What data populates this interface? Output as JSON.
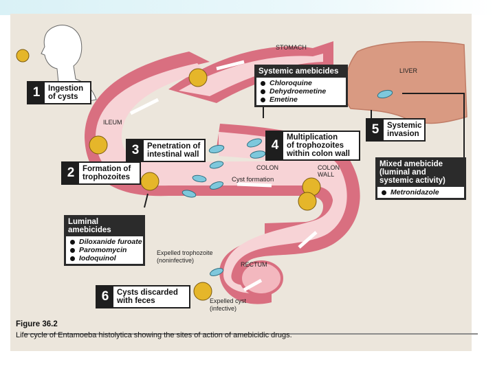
{
  "labels": {
    "stomach": "STOMACH",
    "liver": "LIVER",
    "ileum": "ILEUM",
    "colon": "COLON",
    "colon_wall": "COLON\nWALL",
    "cyst_formation": "Cyst formation",
    "rectum": "RECTUM",
    "expelled_trophozoite": "Expelled trophozoite\n(noninfective)",
    "expelled_cyst": "Expelled cyst\n(infective)"
  },
  "steps": [
    {
      "number": "1",
      "text": "Ingestion\nof cysts"
    },
    {
      "number": "2",
      "text": "Formation of\ntrophozoites"
    },
    {
      "number": "3",
      "text": "Penetration of\nintestinal wall"
    },
    {
      "number": "4",
      "text": "Multiplication\nof trophozoites\nwithin colon wall"
    },
    {
      "number": "5",
      "text": "Systemic\ninvasion"
    },
    {
      "number": "6",
      "text": "Cysts discarded\nwith feces"
    }
  ],
  "drug_groups": {
    "systemic": {
      "title": "Systemic amebicides",
      "drugs": [
        "Chloroquine",
        "Dehydroemetine",
        "Emetine"
      ]
    },
    "mixed": {
      "title": "Mixed amebicide\n(luminal and\nsystemic activity)",
      "drugs": [
        "Metronidazole"
      ]
    },
    "luminal": {
      "title": "Luminal\namebicides",
      "drugs": [
        "Diloxanide furoate",
        "Paromomycin",
        "Iodoquinol"
      ]
    }
  },
  "caption": {
    "title": "Figure 36.2",
    "text": "Life cycle of Entamoeba histolytica showing the sites of action of amebicidic drugs."
  },
  "colors": {
    "intestine_outer": "#d96f80",
    "intestine_inner": "#f7d3d6",
    "liver": "#d99a82",
    "cyst": "#e5b62a",
    "trophozoite": "#7ec8dc"
  }
}
